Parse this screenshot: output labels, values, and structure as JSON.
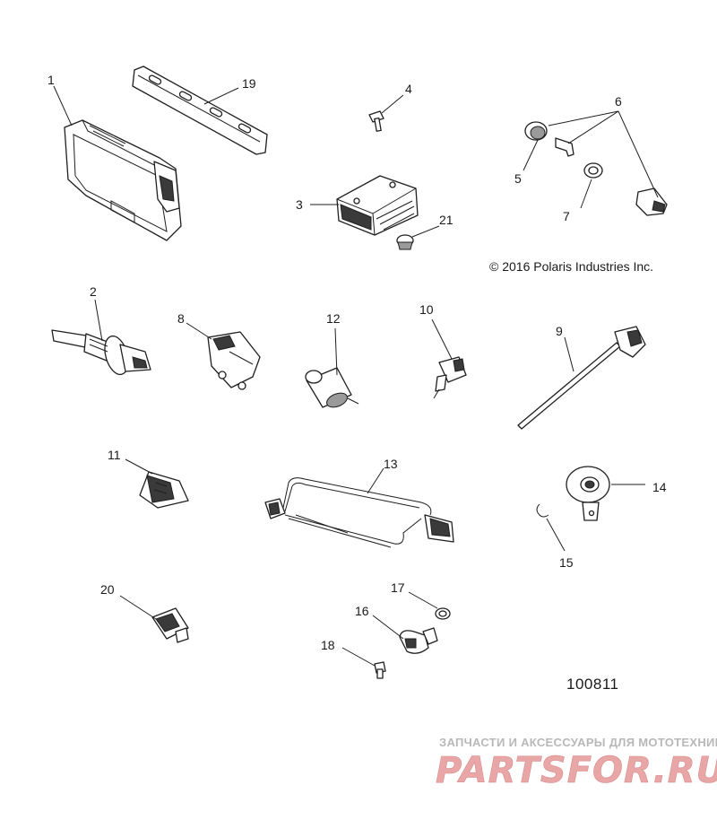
{
  "callouts": {
    "c1": "1",
    "c2": "2",
    "c3": "3",
    "c4": "4",
    "c5": "5",
    "c6": "6",
    "c7": "7",
    "c8": "8",
    "c9": "9",
    "c10": "10",
    "c11": "11",
    "c12": "12",
    "c13": "13",
    "c14": "14",
    "c15": "15",
    "c16": "16",
    "c17": "17",
    "c18": "18",
    "c19": "19",
    "c20": "20",
    "c21": "21"
  },
  "copyright": "© 2016 Polaris Industries Inc.",
  "figure_number": "100811",
  "watermark": {
    "tagline": "ЗАПЧАСТИ И АКСЕССУАРЫ ДЛЯ МОТОТЕХНИКИ",
    "logo_text": "PARTSFOR.RU",
    "color": "#e9a6a6"
  }
}
